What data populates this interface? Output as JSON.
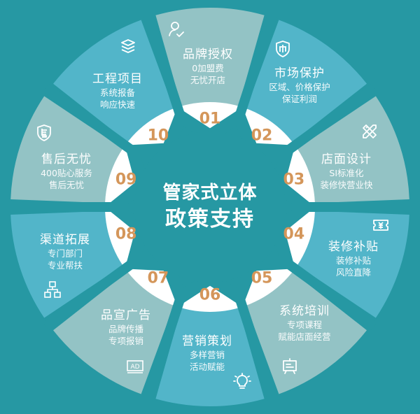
{
  "colors": {
    "background": "#2698a3",
    "segment_light_blue": "#52b5c9",
    "segment_gray_teal": "#93c3c5",
    "inner_ring": "#ffffff",
    "number": "#d4965a",
    "text": "#ffffff"
  },
  "center": {
    "line1": "管家式立体",
    "line2": "政策支持"
  },
  "segments": [
    {
      "number": "01",
      "title": "品牌授权",
      "lines": [
        "0加盟费",
        "无忧开店"
      ],
      "icon": "user-check-icon",
      "color": "gray"
    },
    {
      "number": "02",
      "title": "市场保护",
      "lines": [
        "区域、价格保护",
        "保证利润"
      ],
      "icon": "shield-market-icon",
      "color": "blue"
    },
    {
      "number": "03",
      "title": "店面设计",
      "lines": [
        "SI标准化",
        "装修快营业快"
      ],
      "icon": "pencil-ruler-icon",
      "color": "gray"
    },
    {
      "number": "04",
      "title": "装修补贴",
      "lines": [
        "装修补贴",
        "风险直降"
      ],
      "icon": "yen-ticket-icon",
      "color": "blue"
    },
    {
      "number": "05",
      "title": "系统培训",
      "lines": [
        "专项课程",
        "赋能店面经营"
      ],
      "icon": "presentation-board-icon",
      "color": "gray"
    },
    {
      "number": "06",
      "title": "营销策划",
      "lines": [
        "多样营销",
        "活动赋能"
      ],
      "icon": "lightbulb-icon",
      "color": "blue"
    },
    {
      "number": "07",
      "title": "品宣广告",
      "lines": [
        "品牌传播",
        "专项报销"
      ],
      "icon": "ad-screen-icon",
      "color": "gray"
    },
    {
      "number": "08",
      "title": "渠道拓展",
      "lines": [
        "专门部门",
        "专业帮扶"
      ],
      "icon": "org-chart-icon",
      "color": "blue"
    },
    {
      "number": "09",
      "title": "售后无忧",
      "lines": [
        "400贴心服务",
        "售后无忧"
      ],
      "icon": "shield-service-icon",
      "color": "gray"
    },
    {
      "number": "10",
      "title": "工程项目",
      "lines": [
        "系统报备",
        "响应快速"
      ],
      "icon": "layers-icon",
      "color": "blue"
    }
  ]
}
